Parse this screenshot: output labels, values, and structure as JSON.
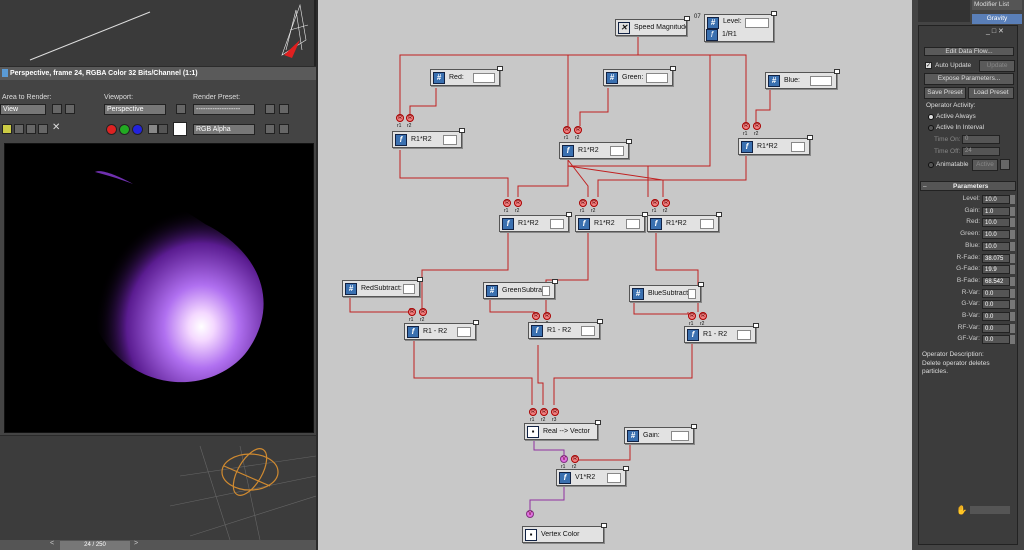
{
  "viewport_top": {},
  "render_window": {
    "title": "Perspective, frame 24, RGBA Color 32 Bits/Channel (1:1)",
    "area_label": "Area to Render:",
    "area_value": "View",
    "viewport_label": "Viewport:",
    "viewport_value": "Perspective",
    "preset_label": "Render Preset:",
    "preset_value": "-------------------",
    "channel_value": "RGB Alpha"
  },
  "timeline": {
    "frame": "24 / 250"
  },
  "graph": {
    "nodes": {
      "speed": "Speed Magnitude",
      "level_top": "Level:",
      "level_bot": "1/R1",
      "red": "Red:",
      "green": "Green:",
      "blue": "Blue:",
      "mul_a": "R1*R2",
      "mul_b": "R1*R2",
      "mul_c": "R1*R2",
      "mul_d": "R1*R2",
      "mul_e": "R1*R2",
      "mul_f": "R1*R2",
      "red_sub": "RedSubtract:",
      "green_sub": "GreenSubtract:",
      "blue_sub": "BlueSubtract:",
      "minus_a": "R1 - R2",
      "minus_b": "R1 - R2",
      "minus_c": "R1 - R2",
      "rtv": "Real --> Vector",
      "gain": "Gain:",
      "vmul": "V1*R2",
      "vcolor": "Vertex Color"
    },
    "port_r": "R",
    "port_v": "V",
    "r1": "r1",
    "r2": "r2",
    "r3": "r3",
    "corner": "07"
  },
  "modifier": {
    "list_label": "Modifier List",
    "gravity": "Gravity"
  },
  "panel": {
    "edit_flow": "Edit Data Flow...",
    "auto_update": "Auto Update",
    "update": "Update",
    "expose": "Expose Parameters...",
    "save_preset": "Save Preset",
    "load_preset": "Load Preset",
    "op_activity": "Operator Activity:",
    "active_always": "Active Always",
    "active_interval": "Active In Interval",
    "time_on": "Time On:",
    "time_on_val": "0",
    "time_off": "Time Off:",
    "time_off_val": "24",
    "animatable": "Animatable",
    "active": "Active",
    "params_title": "Parameters",
    "params": [
      {
        "label": "Level:",
        "value": "10.0"
      },
      {
        "label": "Gain:",
        "value": "1.0"
      },
      {
        "label": "Red:",
        "value": "10.0"
      },
      {
        "label": "Green:",
        "value": "10.0"
      },
      {
        "label": "Blue:",
        "value": "10.0"
      },
      {
        "label": "R-Fade:",
        "value": "38.075"
      },
      {
        "label": "G-Fade:",
        "value": "19.9"
      },
      {
        "label": "B-Fade:",
        "value": "68.542"
      },
      {
        "label": "R-Var:",
        "value": "0.0"
      },
      {
        "label": "G-Var:",
        "value": "0.0"
      },
      {
        "label": "B-Var:",
        "value": "0.0"
      },
      {
        "label": "RF-Var:",
        "value": "0.0"
      },
      {
        "label": "GF-Var:",
        "value": "0.0"
      }
    ],
    "desc_label": "Operator Description:",
    "desc_text": "Delete operator deletes particles."
  },
  "colors": {
    "wire": "#c02020",
    "wire_v": "#9030a0",
    "node_icon": "#3a70b0"
  }
}
